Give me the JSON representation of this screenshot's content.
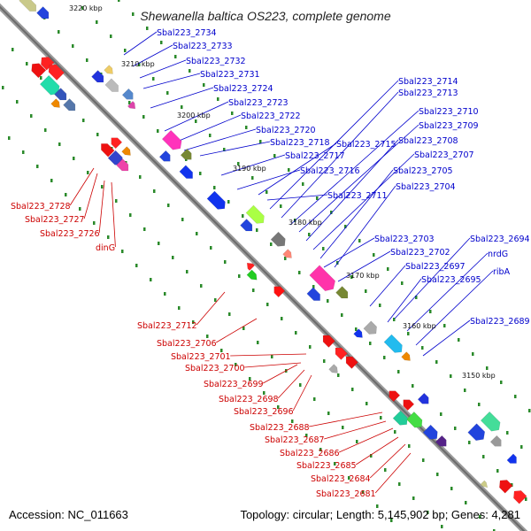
{
  "title": "Shewanella baltica OS223, complete genome",
  "footer": {
    "accession": "Accession: NC_011663",
    "summary": "Topology: circular; Length: 5,145,902 bp; Genes: 4,281"
  },
  "colors": {
    "forward_label": "#0000cc",
    "reverse_label": "#cc0000",
    "backbone": "#808080"
  },
  "kbp_ticks": [
    "3220 kbp",
    "3210 kbp",
    "3200 kbp",
    "3190 kbp",
    "3180 kbp",
    "3170 kbp",
    "3160 kbp",
    "3150 kbp"
  ],
  "blue_labels": [
    "Sbal223_2734",
    "Sbal223_2733",
    "Sbal223_2732",
    "Sbal223_2731",
    "Sbal223_2724",
    "Sbal223_2723",
    "Sbal223_2722",
    "Sbal223_2720",
    "Sbal223_2718",
    "Sbal223_2717",
    "Sbal223_2716",
    "Sbal223_2715",
    "Sbal223_2714",
    "Sbal223_2713",
    "Sbal223_2710",
    "Sbal223_2709",
    "Sbal223_2708",
    "Sbal223_2707",
    "Sbal223_2705",
    "Sbal223_2704",
    "Sbal223_2711",
    "Sbal223_2703",
    "Sbal223_2702",
    "Sbal223_2697",
    "Sbal223_2695",
    "Sbal223_2694",
    "nrdG",
    "ribA",
    "Sbal223_2689"
  ],
  "red_labels": [
    "Sbal223_2728",
    "Sbal223_2727",
    "Sbal223_2726",
    "dinG",
    "Sbal223_2712",
    "Sbal223_2706",
    "Sbal223_2701",
    "Sbal223_2700",
    "Sbal223_2699",
    "Sbal223_2698",
    "Sbal223_2696",
    "Sbal223_2688",
    "Sbal223_2687",
    "Sbal223_2686",
    "Sbal223_2685",
    "Sbal223_2684",
    "Sbal223_2681"
  ]
}
